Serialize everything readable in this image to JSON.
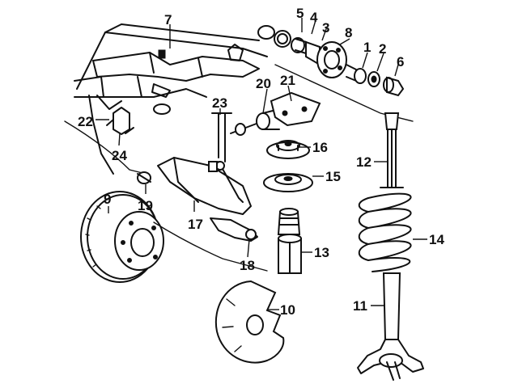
{
  "callouts": {
    "p1": "1",
    "p2": "2",
    "p3": "3",
    "p4": "4",
    "p5": "5",
    "p6": "6",
    "p7": "7",
    "p8": "8",
    "p9": "9",
    "p10": "10",
    "p11": "11",
    "p12": "12",
    "p13": "13",
    "p14": "14",
    "p15": "15",
    "p16": "16",
    "p17": "17",
    "p18": "18",
    "p19": "19",
    "p20": "20",
    "p21": "21",
    "p22": "22",
    "p23": "23",
    "p24": "24"
  }
}
